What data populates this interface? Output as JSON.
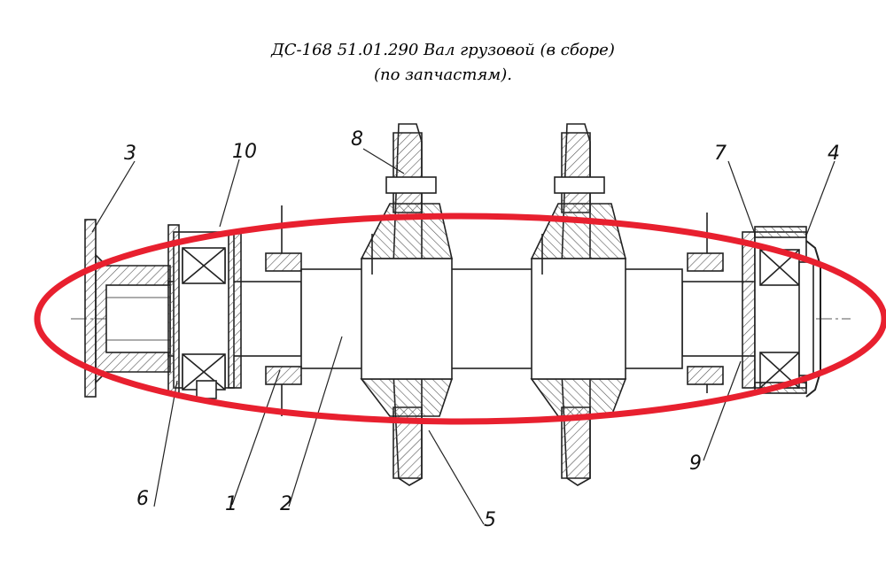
{
  "title": {
    "line1": "ДС-168 51.01.290 Вал грузовой (в сборе)",
    "line2": "(по запчастям)."
  },
  "callouts": {
    "c1": "1",
    "c2": "2",
    "c3": "3",
    "c4": "4",
    "c5": "5",
    "c6": "6",
    "c7": "7",
    "c8": "8",
    "c9": "9",
    "c10": "10"
  },
  "colors": {
    "ink": "#222222",
    "hatch": "#555555",
    "highlight": "#e8202f"
  }
}
